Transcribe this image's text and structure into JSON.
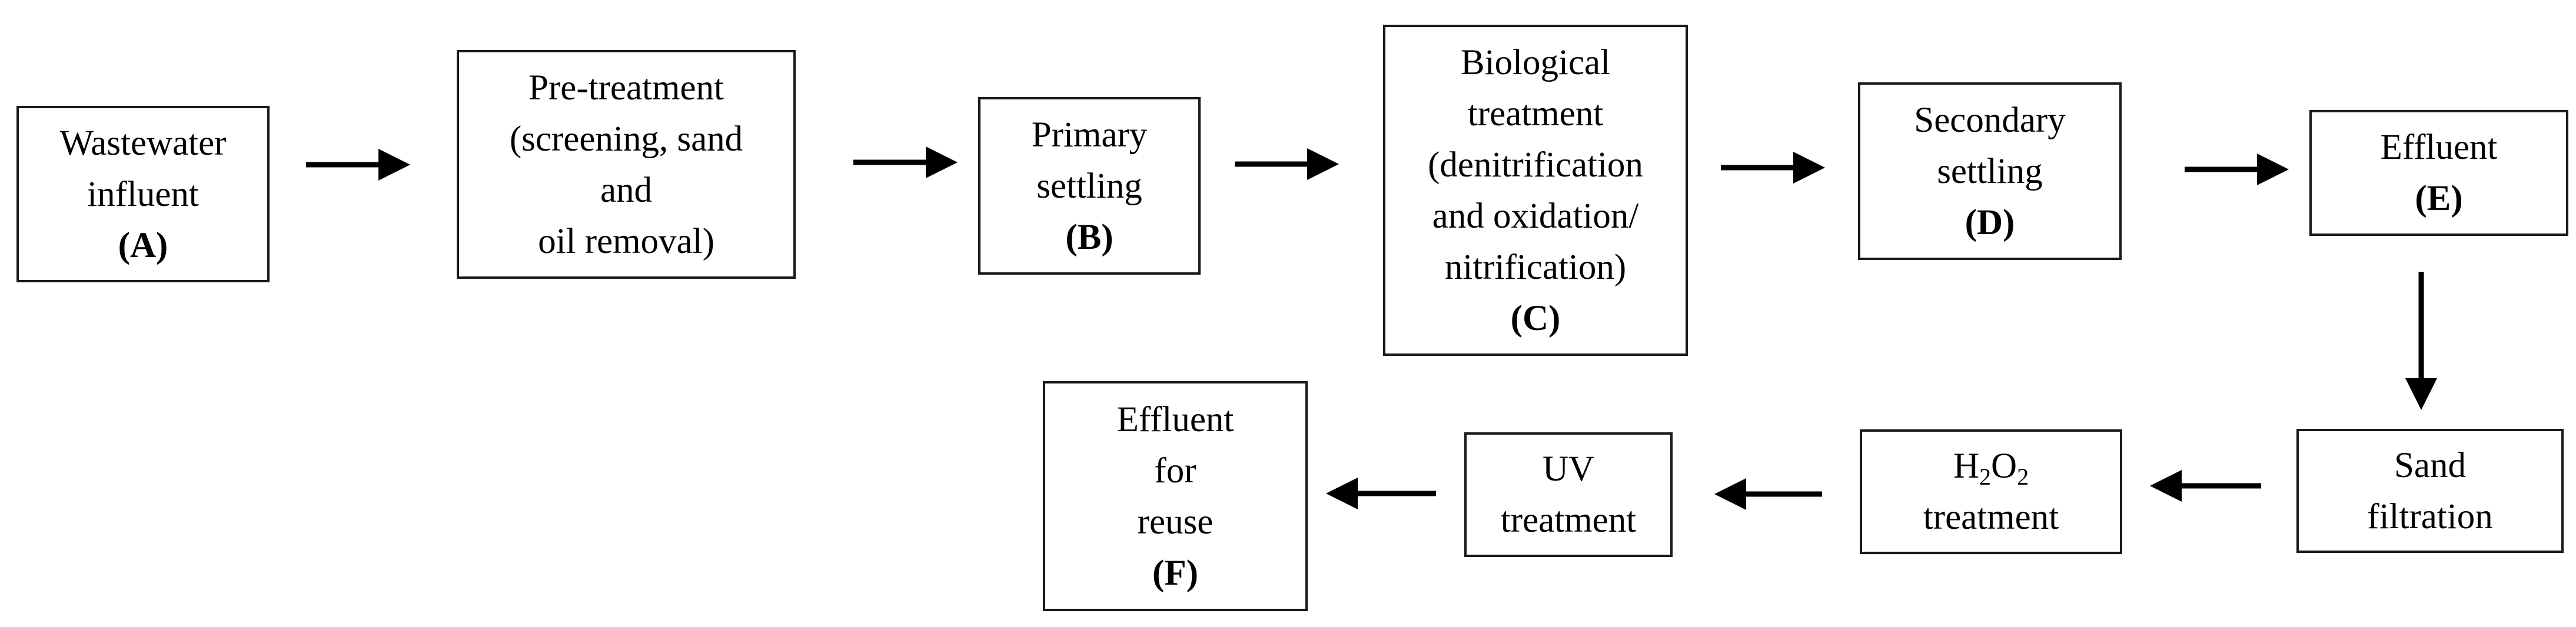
{
  "nodes": {
    "wastewater_influent": {
      "lines": [
        "Wastewater",
        "influent"
      ],
      "code": "(A)"
    },
    "pretreatment": {
      "lines": [
        "Pre-treatment",
        "(screening, sand",
        "and",
        "oil removal)"
      ]
    },
    "primary_settling": {
      "lines": [
        "Primary",
        "settling"
      ],
      "code": "(B)"
    },
    "biological_treatment": {
      "lines": [
        "Biological",
        "treatment",
        "(denitrification",
        "and oxidation/",
        "nitrification)"
      ],
      "code": "(C)"
    },
    "secondary_settling": {
      "lines": [
        "Secondary",
        "settling"
      ],
      "code": "(D)"
    },
    "effluent": {
      "lines": [
        "Effluent"
      ],
      "code": "(E)"
    },
    "sand_filtration": {
      "lines": [
        "Sand",
        "filtration"
      ]
    },
    "h2o2_treatment": {
      "formula": {
        "h": "H",
        "sub1": "2",
        "o": "O",
        "sub2": "2"
      },
      "lines": [
        "treatment"
      ]
    },
    "uv_treatment": {
      "lines": [
        "UV",
        "treatment"
      ]
    },
    "effluent_reuse": {
      "lines": [
        "Effluent",
        "for",
        "reuse"
      ],
      "code": "(F)"
    }
  },
  "colors": {
    "arrow": "#000000",
    "border": "#1a1a1a",
    "background": "#ffffff"
  }
}
